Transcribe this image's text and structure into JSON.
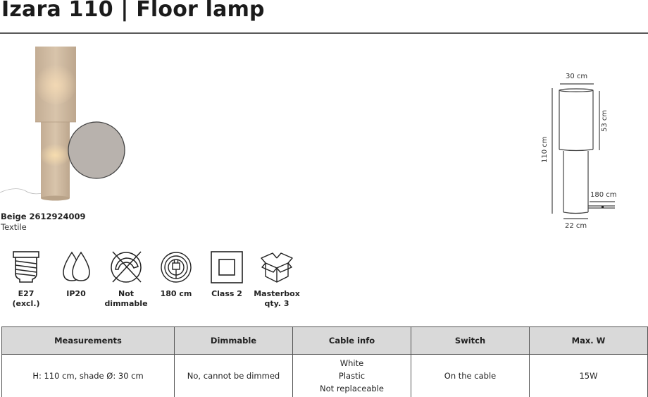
{
  "header": {
    "title": "Izara 110 | Floor lamp"
  },
  "product": {
    "code_line": "Beige 2612924009",
    "material": "Textile",
    "colors": {
      "lamp_body": "#c8b49c",
      "swatch": "#b7b1ac",
      "rule": "#5a5a5a",
      "table_header_bg": "#d9d9d9"
    }
  },
  "drawing": {
    "shade_width": "30 cm",
    "shade_height": "53 cm",
    "total_height": "110 cm",
    "cable_length": "180 cm",
    "base_width": "22 cm"
  },
  "features": [
    {
      "icon": "e27-bulb-socket-icon",
      "line1": "E27",
      "line2": "(excl.)"
    },
    {
      "icon": "water-drops-icon",
      "line1": "IP20",
      "line2": ""
    },
    {
      "icon": "not-dimmable-icon",
      "line1": "Not",
      "line2": "dimmable"
    },
    {
      "icon": "cable-plug-icon",
      "line1": "180 cm",
      "line2": ""
    },
    {
      "icon": "class-2-icon",
      "line1": "Class 2",
      "line2": ""
    },
    {
      "icon": "masterbox-icon",
      "line1": "Masterbox",
      "line2": "qty. 3"
    }
  ],
  "spec_table": {
    "headers": [
      "Measurements",
      "Dimmable",
      "Cable info",
      "Switch",
      "Max. W"
    ],
    "row": {
      "measurements": "H: 110 cm, shade Ø: 30 cm",
      "dimmable": "No, cannot be dimmed",
      "cable_info": [
        "White",
        "Plastic",
        "Not replaceable"
      ],
      "switch": "On the cable",
      "max_w": "15W"
    }
  }
}
